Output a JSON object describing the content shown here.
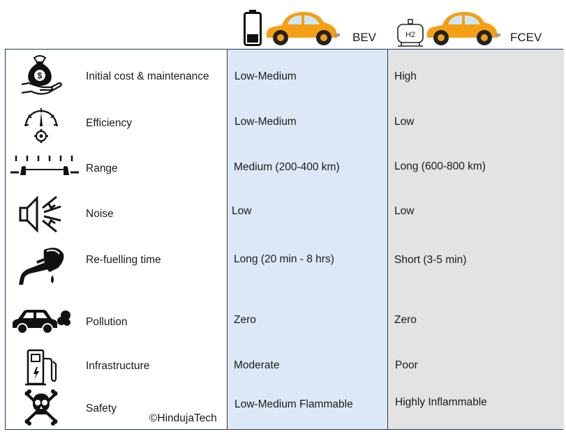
{
  "header": {
    "bev_label": "BEV",
    "fcev_label": "FCEV",
    "car_color": "#f59f14",
    "h2_label": "H2"
  },
  "columns": {
    "bev_bg": "#dce8f5",
    "fcev_bg": "#e4e3e3"
  },
  "rows": [
    {
      "icon": "money-bag-hand-icon",
      "label": "Initial cost & maintenance",
      "bev": "Low-Medium",
      "fcev": "High"
    },
    {
      "icon": "gauge-gear-icon",
      "label": "Efficiency",
      "bev": "Low-Medium",
      "fcev": "Low"
    },
    {
      "icon": "range-road-icon",
      "label": "Range",
      "bev": "Medium (200-400 km)",
      "fcev": "Long (600-800 km)"
    },
    {
      "icon": "speaker-noise-icon",
      "label": "Noise",
      "bev": "Low",
      "fcev": "Low"
    },
    {
      "icon": "fuel-nozzle-icon",
      "label": "Re-fuelling time",
      "bev": "Long (20 min - 8 hrs)",
      "fcev": "Short (3-5 min)"
    },
    {
      "icon": "car-exhaust-icon",
      "label": "Pollution",
      "bev": "Zero",
      "fcev": "Zero"
    },
    {
      "icon": "charging-station-icon",
      "label": "Infrastructure",
      "bev": "Moderate",
      "fcev": "Poor"
    },
    {
      "icon": "skull-crossbones-icon",
      "label": "Safety",
      "bev": "Low-Medium Flammable",
      "fcev": "Highly Inflammable"
    }
  ],
  "copyright": "©HindujaTech"
}
